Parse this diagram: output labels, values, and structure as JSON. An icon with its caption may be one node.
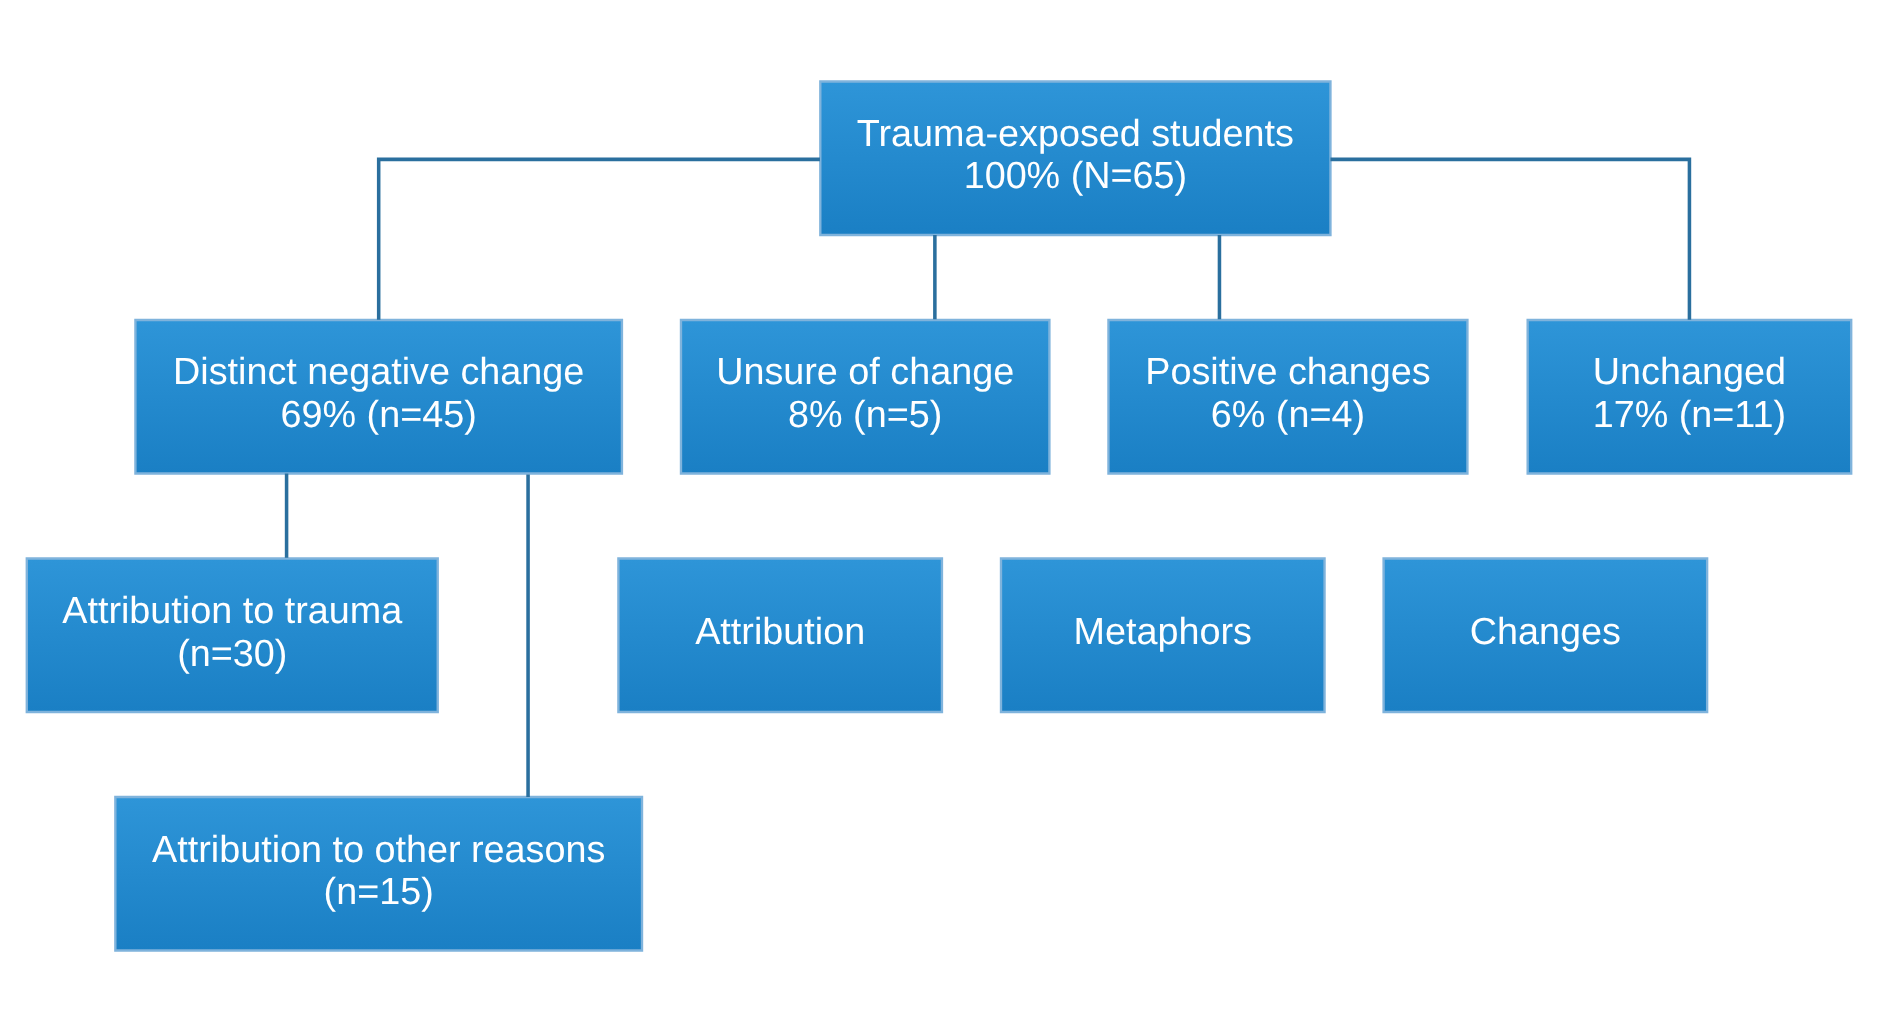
{
  "diagram": {
    "nodes": [
      {
        "text": [
          "Trauma-exposed students",
          "100% (N=65)"
        ]
      },
      {
        "text": [
          "Distinct negative change",
          "69% (n=45)"
        ]
      },
      {
        "text": [
          "Unsure of change",
          "8% (n=5)"
        ]
      },
      {
        "text": [
          "Positive changes",
          "6% (n=4)"
        ]
      },
      {
        "text": [
          "Unchanged",
          "17% (n=11)"
        ]
      },
      {
        "text": [
          "Attribution to trauma",
          "(n=30)"
        ]
      },
      {
        "text": [
          "Attribution to other reasons",
          "(n=15)"
        ]
      },
      {
        "text": [
          "Attribution"
        ]
      },
      {
        "text": [
          "Metaphors"
        ]
      },
      {
        "text": [
          "Changes"
        ]
      }
    ],
    "edges": [
      {
        "from": 0,
        "to": 1,
        "arrow": "none"
      },
      {
        "from": 0,
        "to": 2,
        "arrow": "none"
      },
      {
        "from": 0,
        "to": 3,
        "arrow": "none"
      },
      {
        "from": 0,
        "to": 4,
        "arrow": "none"
      },
      {
        "from": 1,
        "to": 5,
        "arrow": "none"
      },
      {
        "from": 1,
        "to": 6,
        "arrow": "none"
      }
    ]
  }
}
